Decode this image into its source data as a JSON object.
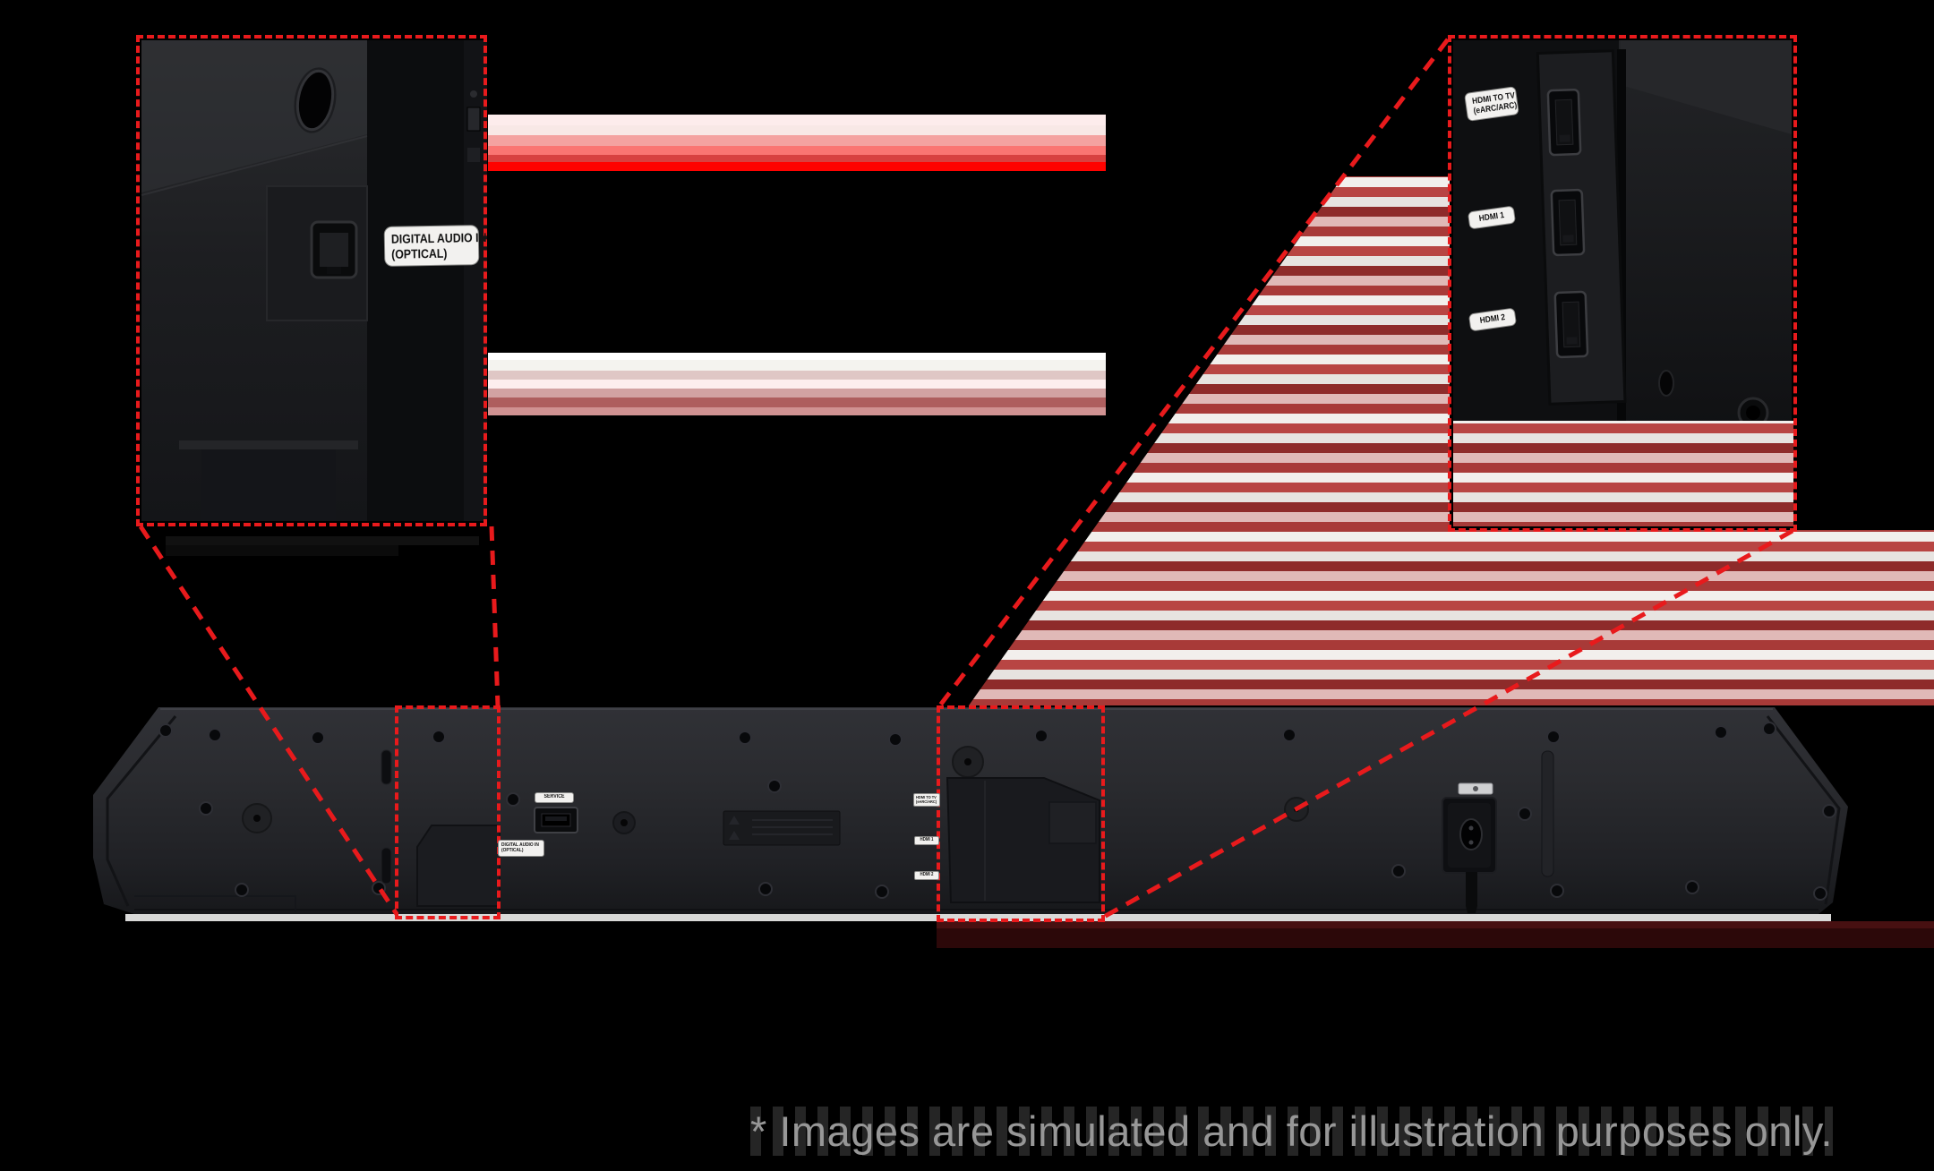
{
  "colors": {
    "background": "#000000",
    "annotation_red": "#e81a1c",
    "beam_red_bright": "#ff0200",
    "beam_pink_light": "#fdecec",
    "underbar_maroon": "#2c0809",
    "soundbar_body": "#26272b",
    "label_background": "#f2f1ef",
    "label_text": "#131313",
    "disclaimer_gray": "#979797"
  },
  "callout_left": {
    "port_label": {
      "line1": "DIGITAL AUDIO IN",
      "line2": "(OPTICAL)"
    }
  },
  "callout_right": {
    "hdmi_to_tv": {
      "line1": "HDMI TO TV",
      "line2": "(eARC/ARC)"
    },
    "hdmi_1": "HDMI 1",
    "hdmi_2": "HDMI 2"
  },
  "soundbar": {
    "service_label": "SERVICE",
    "optical_label": {
      "line1": "DIGITAL AUDIO IN",
      "line2": "(OPTICAL)"
    },
    "hdmi_to_tv_label": {
      "line1": "HDMI TO TV",
      "line2": "(eARC/ARC)"
    },
    "hdmi_1_label": "HDMI 1",
    "hdmi_2_label": "HDMI 2"
  },
  "footer": {
    "disclaimer": "* Images are simulated and for illustration purposes only."
  }
}
